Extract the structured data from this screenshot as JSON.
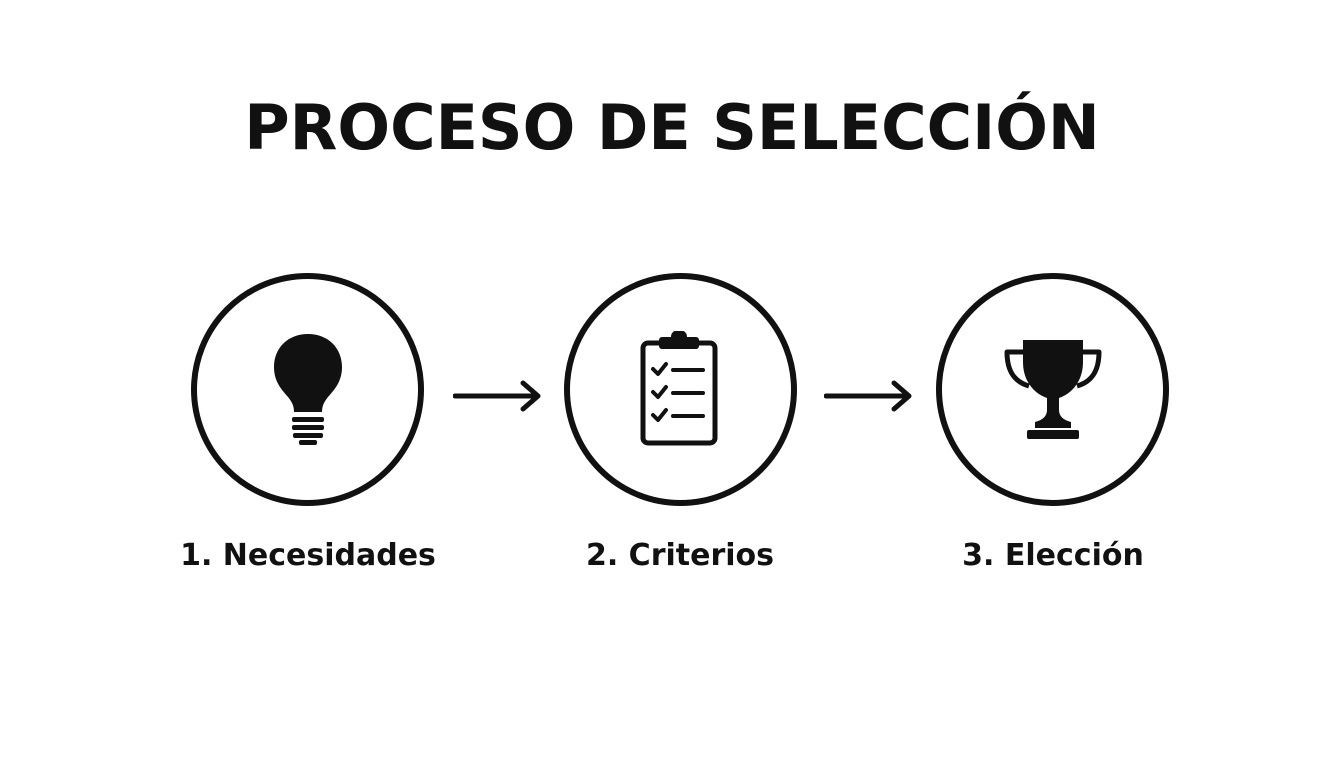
{
  "title": "PROCESO DE SELECCIÓN",
  "steps": [
    {
      "label": "1. Necesidades",
      "icon": "lightbulb-icon"
    },
    {
      "label": "2. Criterios",
      "icon": "clipboard-checklist-icon"
    },
    {
      "label": "3. Elección",
      "icon": "trophy-icon"
    }
  ],
  "colors": {
    "foreground": "#111111",
    "background": "#ffffff"
  }
}
